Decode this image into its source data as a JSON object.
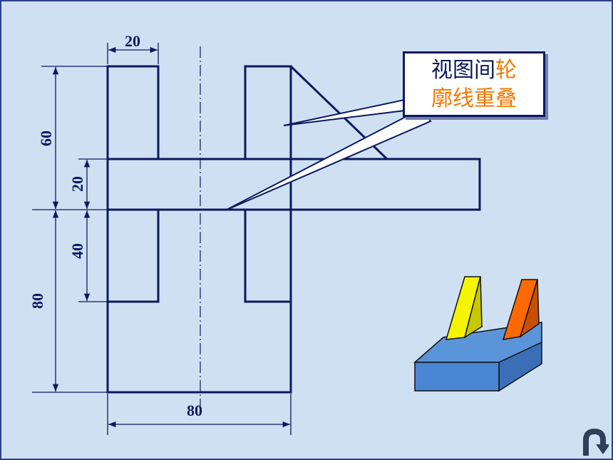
{
  "dimensions": {
    "top_width": "20",
    "left_upper_height": "60",
    "flange_height": "20",
    "lower_inner_height": "40",
    "left_lower_height": "80",
    "bottom_width": "80"
  },
  "callout": {
    "line1_dark": "视图间",
    "line1_orange": "轮",
    "line2_orange": "廓线重叠"
  },
  "colors": {
    "line": "#0b1a5e",
    "accent": "#f07800",
    "background": "#cfe0f3",
    "iso_top": "#5b95d9",
    "iso_front": "#3f7fcf",
    "iso_yellow": "#f5f500",
    "iso_orange": "#ff6a00"
  },
  "icons": {
    "return": "return-arrow-icon"
  }
}
